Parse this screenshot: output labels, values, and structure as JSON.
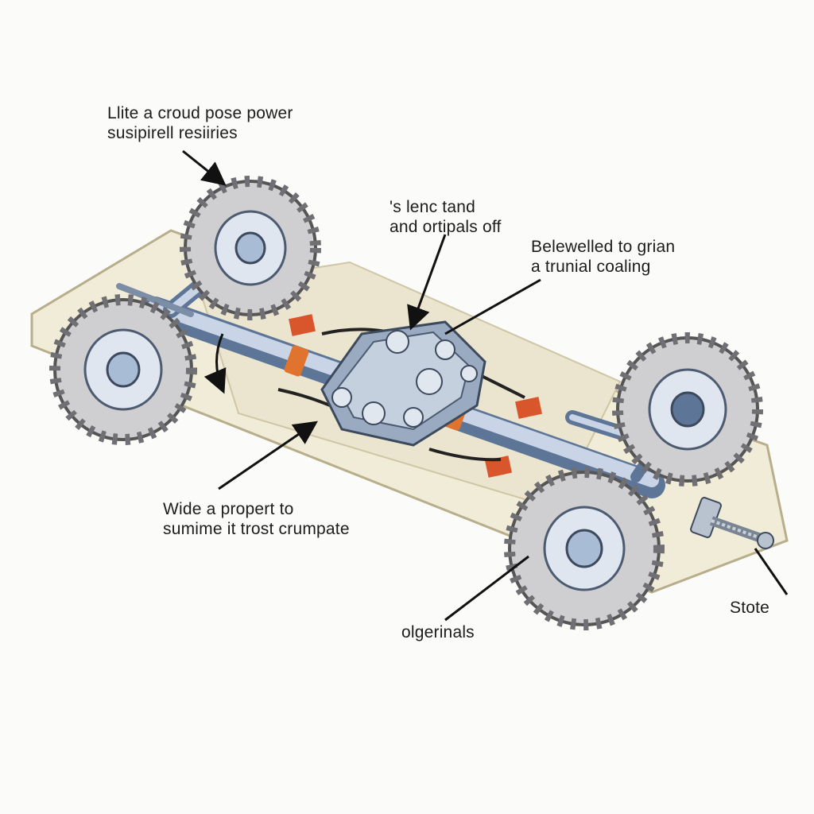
{
  "labels": {
    "top_left": {
      "line1": "Llite a croud pose power",
      "line2": "susipirell resiiries"
    },
    "top_center": {
      "line1": "'s lenc tand",
      "line2": "and ortipals off"
    },
    "top_right": {
      "line1": "Belewelled to grian",
      "line2": "a trunial coaling"
    },
    "mid_left": {
      "line1": "Wide a propert to",
      "line2": "sumime it trost crumpate"
    },
    "bottom_center": {
      "line1": "olgerinals"
    },
    "bottom_right": {
      "line1": "Stote"
    }
  },
  "colors": {
    "background": "#fbfbf9",
    "chassis_plate": "#f1ecd8",
    "chassis_edge": "#b8ae8c",
    "axle": "#a9bcd6",
    "axle_dark": "#5d7596",
    "tire": "#cfcfd2",
    "tire_tread": "#6f6f74",
    "hub": "#dfe6f0",
    "accent_orange": "#e0742e",
    "marker_red": "#d9552c"
  }
}
